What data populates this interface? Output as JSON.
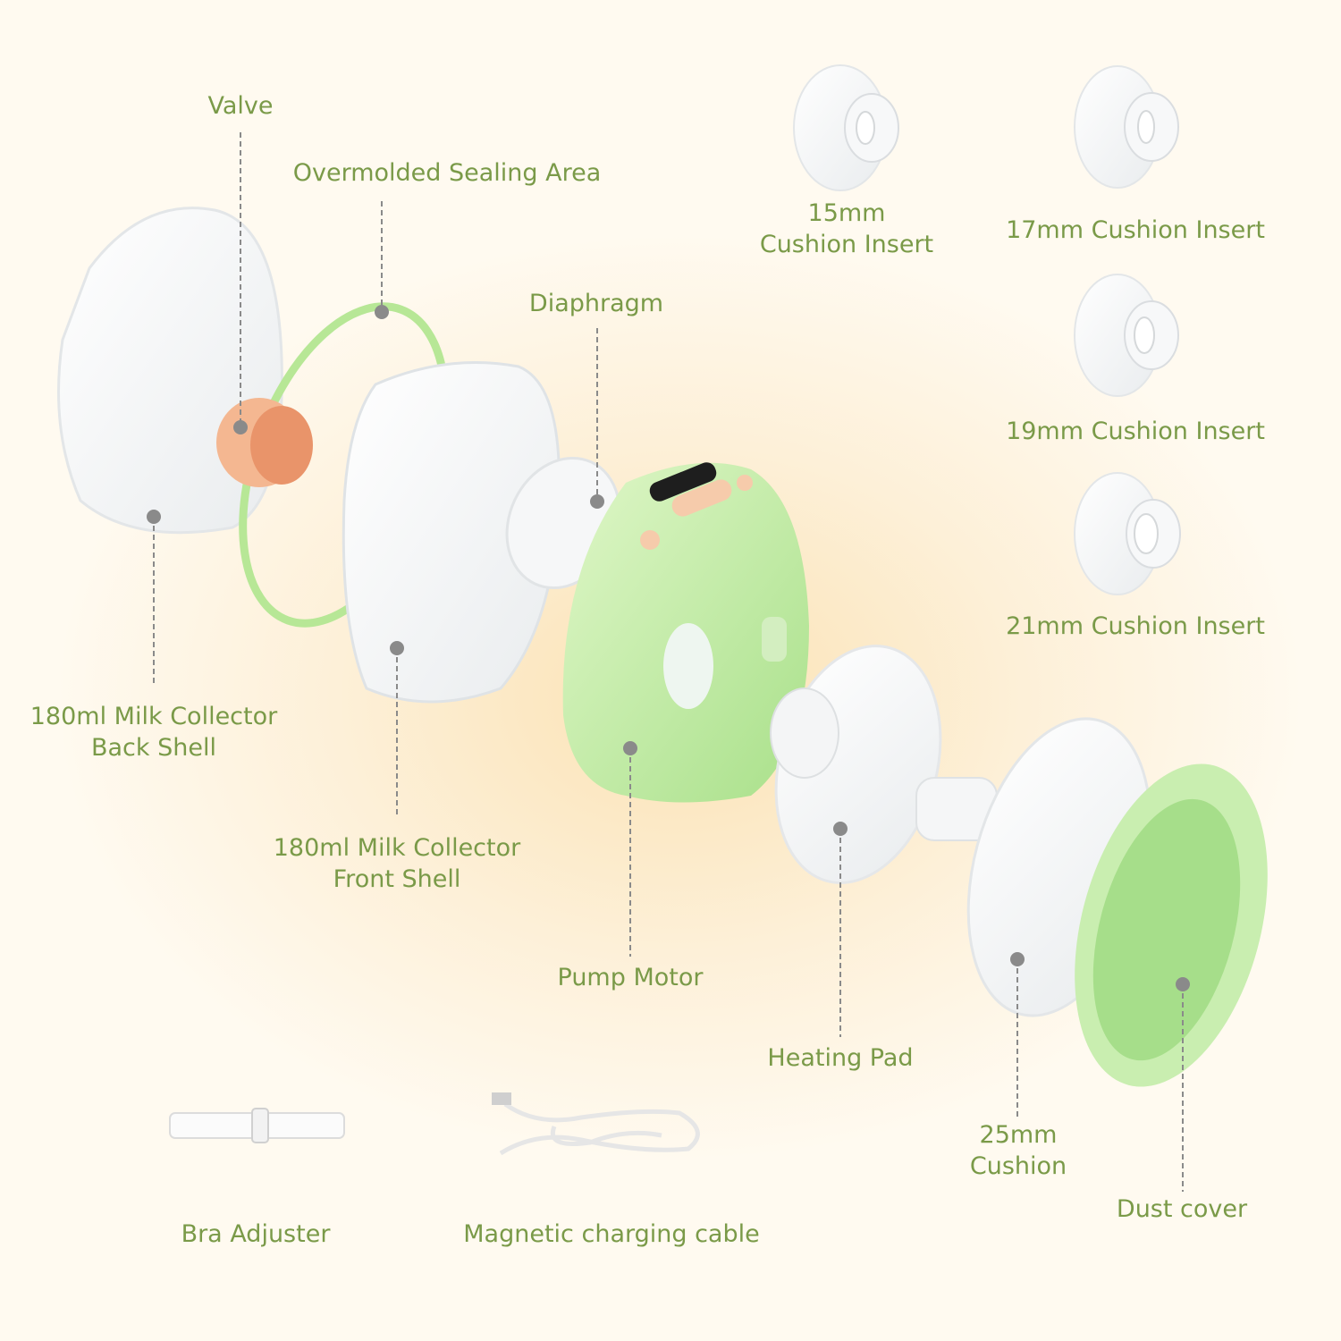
{
  "labels": {
    "valve": "Valve",
    "sealing": "Overmolded Sealing Area",
    "cushion15_a": "15mm",
    "cushion15_b": "Cushion Insert",
    "cushion17": "17mm Cushion Insert",
    "diaphragm": "Diaphragm",
    "cushion19": "19mm Cushion Insert",
    "cushion21": "21mm Cushion Insert",
    "back_shell_a": "180ml Milk Collector",
    "back_shell_b": "Back Shell",
    "front_shell_a": "180ml Milk Collector",
    "front_shell_b": "Front Shell",
    "pump_motor": "Pump Motor",
    "heating_pad": "Heating Pad",
    "cushion25_a": "25mm",
    "cushion25_b": "Cushion",
    "dust_cover": "Dust cover",
    "bra_adjuster": "Bra Adjuster",
    "cable": "Magnetic charging cable"
  },
  "colors": {
    "label": "#7a9a48",
    "leader": "#8a8a8a",
    "pump_green": "#c6eea8",
    "button_peach": "#f6cbab"
  }
}
